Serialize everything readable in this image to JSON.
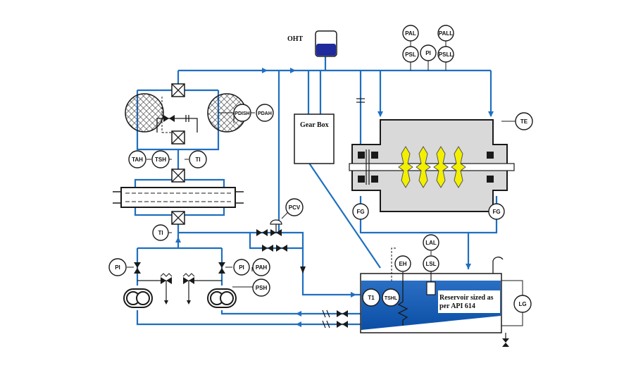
{
  "labels": {
    "oht": "OHT",
    "gear_box": "Gear Box",
    "reservoir_line1": "Reservoir sized as",
    "reservoir_line2": "per API 614"
  },
  "instruments": {
    "pal": "PAL",
    "pall": "PALL",
    "psl": "PSL",
    "pi_top": "PI",
    "psll": "PSLL",
    "te": "TE",
    "pdish": "PDISH",
    "pdah": "PDAH",
    "tah": "TAH",
    "tsh": "TSH",
    "ti_filter": "TI",
    "ti_cooler": "TI",
    "pcv": "PCV",
    "fg_left": "FG",
    "fg_right": "FG",
    "eh": "EH",
    "lal": "LAL",
    "lsl": "LSL",
    "t1": "T1",
    "tshl": "TSHL",
    "lg": "LG",
    "pi_pump_left": "PI",
    "pi_pump_right": "PI",
    "pah": "PAH",
    "psh": "PSH"
  },
  "colors": {
    "pipe": "#1e6fc0",
    "line": "#1a1a1a",
    "oil": "#0a4fa5",
    "oht_oil": "#1f2a9c",
    "impeller": "#f2f000",
    "casing": "#d9d9d9"
  }
}
